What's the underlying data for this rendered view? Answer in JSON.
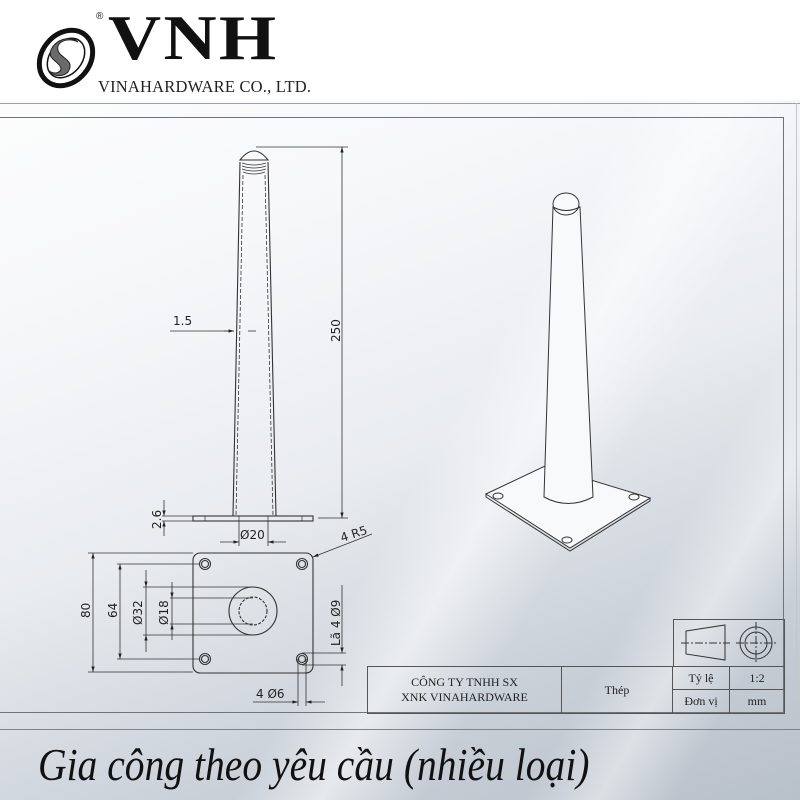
{
  "header": {
    "brand": "VNH",
    "registered_mark": "®",
    "company_name": "VINAHARDWARE CO., LTD.",
    "logo_icon": "swirl-s-logo-icon"
  },
  "drawing": {
    "front_view": {
      "height_dim": "250",
      "wall_thickness_dim": "1.5",
      "plate_thickness_dim": "2.6",
      "tube_diameter_dim": "Ø20",
      "corner_radius_dim": "4 R5"
    },
    "plate_view": {
      "plate_size_dim": "80",
      "hole_spacing_dim": "64",
      "outer_ring_dim": "Ø32",
      "inner_hole_dim": "Ø18",
      "countersink_dim": "Lã 4 Ø9",
      "hole_dim": "4 Ø6"
    },
    "iso_view": {
      "description": "isometric tapered table leg with square mounting plate"
    }
  },
  "title_block": {
    "company_line1": "CÔNG TY TNHH SX",
    "company_line2": "XNK VINAHARDWARE",
    "material": "Thép",
    "scale_label": "Tỷ lệ",
    "scale_value": "1:2",
    "unit_label": "Đơn vị",
    "unit_value": "mm",
    "projection_icon": "first-angle-projection-icon"
  },
  "caption": "Gia công theo yêu cầu (nhiều loại)",
  "colors": {
    "line": "#333333",
    "frame": "#707478",
    "text": "#111111"
  }
}
